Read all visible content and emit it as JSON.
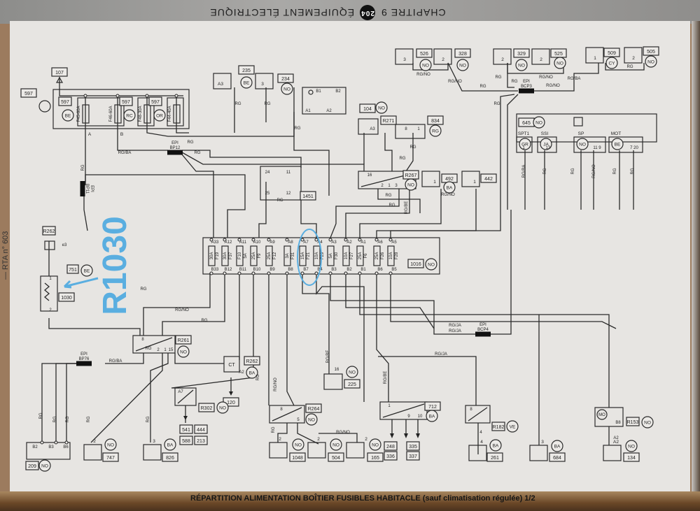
{
  "header": {
    "chapter": "CHAPITRE 9",
    "page": "204",
    "section": "ÉQUIPEMENT ÉLECTRIQUE"
  },
  "side_text": "— RTA n° 603",
  "caption": {
    "title": "RÉPARTITION ALIMENTATION BOÎTIER FUSIBLES HABITACLE",
    "subtitle": "(sauf climatisation régulée) 1/2"
  },
  "annotation": {
    "text": "R1030",
    "color": "#5aaee0"
  },
  "fuse_box": {
    "ref": "1016",
    "color": "NO",
    "fuses": [
      {
        "top": "A33",
        "rating": "30A",
        "name": "F19",
        "bottom": "B33"
      },
      {
        "top": "A12",
        "rating": "30A",
        "name": "F37",
        "bottom": "B12"
      },
      {
        "top": "A11",
        "rating": "F10",
        "name": "5A",
        "bottom": "B11"
      },
      {
        "top": "A10",
        "rating": "25A",
        "name": "F9",
        "bottom": "B10"
      },
      {
        "top": "A9",
        "rating": "25A",
        "name": "F12",
        "bottom": "B9"
      },
      {
        "top": "A8",
        "rating": "3A",
        "name": "F31",
        "bottom": "B8"
      },
      {
        "top": "A7",
        "rating": "15A",
        "name": "F21",
        "bottom": "B7"
      },
      {
        "top": "A4",
        "rating": "10A",
        "name": "F29",
        "bottom": "B4"
      },
      {
        "top": "A3",
        "rating": "5A",
        "name": "F30",
        "bottom": "B3"
      },
      {
        "top": "A2",
        "rating": "10A",
        "name": "F27",
        "bottom": "B2"
      },
      {
        "top": "A1",
        "rating": "25A",
        "name": "F6",
        "bottom": "B1"
      },
      {
        "top": "A6",
        "rating": "25A",
        "name": "F26",
        "bottom": "B6"
      },
      {
        "top": "A5",
        "rating": "10A",
        "name": "F28",
        "bottom": "B5"
      }
    ]
  },
  "maxi_fuse_box": {
    "ref": "597",
    "feed": "107",
    "groups": [
      {
        "ref": "597",
        "color": "BE",
        "fuses": [
          "F45-60A",
          "F46-60A"
        ]
      },
      {
        "ref": "597",
        "color": "RC",
        "fuses": [
          "F48-30A"
        ]
      },
      {
        "ref": "597",
        "color": "OR",
        "fuses": [
          "F44-40A"
        ]
      }
    ],
    "outputs": [
      "A",
      "B"
    ]
  },
  "components": {
    "c235": {
      "ref": "235",
      "color": "BE",
      "pin": "A3"
    },
    "c234": {
      "ref": "234",
      "color": "NO",
      "pin": "3"
    },
    "c104": {
      "ref": "104",
      "color": "NO",
      "pins": [
        "B1",
        "A1",
        "A2",
        "B2"
      ]
    },
    "c1451": {
      "ref": "1451",
      "color": "RG",
      "pins": [
        "24",
        "11",
        "25",
        "12"
      ]
    },
    "cR271": {
      "ref": "R271",
      "pin": "A3"
    },
    "c834": {
      "ref": "834",
      "color": "RG",
      "pins": [
        "8",
        "1"
      ]
    },
    "cR267": {
      "ref": "R267",
      "color": "NO",
      "pins": [
        "16",
        "2",
        "1",
        "3"
      ]
    },
    "c492": {
      "ref": "492",
      "color": "BA",
      "pin": "1"
    },
    "c442": {
      "ref": "442",
      "pin": "1"
    },
    "c526": {
      "ref": "526",
      "color": "NO",
      "pin": "3"
    },
    "c328": {
      "ref": "328",
      "color": "NO",
      "pin": "2"
    },
    "c329": {
      "ref": "329",
      "color": "NO",
      "pin": "2"
    },
    "c525": {
      "ref": "525",
      "color": "NO",
      "pin": "2"
    },
    "c509": {
      "ref": "509",
      "color": "CY",
      "pin": "1"
    },
    "c505": {
      "ref": "505",
      "color": "NO",
      "pin": "2"
    },
    "c645": {
      "ref": "645",
      "color": "NO",
      "sections": [
        {
          "name": "SPT1",
          "color": "GR",
          "pins": "1"
        },
        {
          "name": "SSI",
          "color": "JA",
          "pins": "13"
        },
        {
          "name": "SP",
          "color": "NO",
          "pins": "11   9"
        },
        {
          "name": "MOT",
          "color": "BE",
          "pins": "7   20"
        }
      ]
    },
    "cR262": {
      "ref": "R262"
    },
    "c1030": {
      "ref": "1030",
      "pin": "e3",
      "pins": [
        "1",
        "2"
      ]
    },
    "c751": {
      "ref": "751",
      "color": "BE"
    },
    "cR261": {
      "ref": "R261",
      "color": "NO",
      "pins": [
        "8",
        "2",
        "1",
        "15"
      ]
    },
    "cCT": {
      "ref": "R262",
      "color": "BA",
      "symbol": "CT",
      "pin": "A2",
      "dest": "120"
    },
    "cR302": {
      "ref": "R302",
      "color": "NO",
      "pin": "A7",
      "dests": [
        "541",
        "444",
        "588",
        "213"
      ]
    },
    "c225": {
      "ref": "225",
      "color": "NO",
      "pin": "16"
    },
    "cR264": {
      "ref": "R264",
      "color": "NO",
      "pins": [
        "8",
        "5"
      ]
    },
    "c712": {
      "ref": "712",
      "color": "BA",
      "pins": [
        "1",
        "9",
        "10"
      ],
      "dests": [
        "248",
        "336",
        "335",
        "337"
      ]
    },
    "cR182": {
      "ref": "R182",
      "color": "VE",
      "pins": [
        "8",
        "4"
      ]
    },
    "cR153": {
      "ref": "R153",
      "color": "NO",
      "symbol": "MO",
      "pins": [
        "B8",
        "A2"
      ]
    },
    "c209": {
      "ref": "209",
      "color": "NO",
      "pins": [
        "B2",
        "B3",
        "B6"
      ]
    },
    "c747": {
      "ref": "747",
      "color": "NO",
      "pin": "2"
    },
    "c826": {
      "ref": "826",
      "color": "BA",
      "pin": "3"
    },
    "c1048": {
      "ref": "1048",
      "color": "NO",
      "pin": "2"
    },
    "c504": {
      "ref": "504",
      "color": "NO",
      "pin": "2"
    },
    "c165": {
      "ref": "165",
      "color": "NO",
      "pin": "2"
    },
    "c261": {
      "ref": "261",
      "color": "BA",
      "pin": "4"
    },
    "c684": {
      "ref": "684",
      "color": "BA",
      "pin": "3"
    },
    "c134": {
      "ref": "134",
      "color": "NO",
      "pin": "A2"
    }
  },
  "splices": [
    {
      "label": "EPI BP12"
    },
    {
      "label": "EPI BP11"
    },
    {
      "label": "EPI BCP3"
    },
    {
      "label": "EPI BP76"
    },
    {
      "label": "EPI BCP4"
    }
  ],
  "wire_labels": [
    "RG",
    "RG/BA",
    "RG",
    "RG",
    "RG",
    "RG",
    "RG",
    "RG/NO",
    "RG",
    "RG/NO",
    "RG",
    "RG",
    "RG/NO",
    "RG",
    "RG/BA",
    "RG",
    "RG/NO",
    "RG",
    "RG/NO",
    "RG",
    "RG",
    "RG/BE",
    "RG/BA",
    "RG",
    "RG",
    "RG/NO",
    "RG",
    "RG",
    "RG/JA",
    "RG/JA",
    "RG/JA",
    "RG/NO",
    "RG",
    "RG",
    "RG",
    "RG/NO",
    "RG/BE",
    "RG/BE",
    "RG",
    "RG",
    "RG",
    "RG",
    "RG",
    "RG",
    "RG/NO",
    "RG/BA",
    "RG",
    "RG"
  ]
}
